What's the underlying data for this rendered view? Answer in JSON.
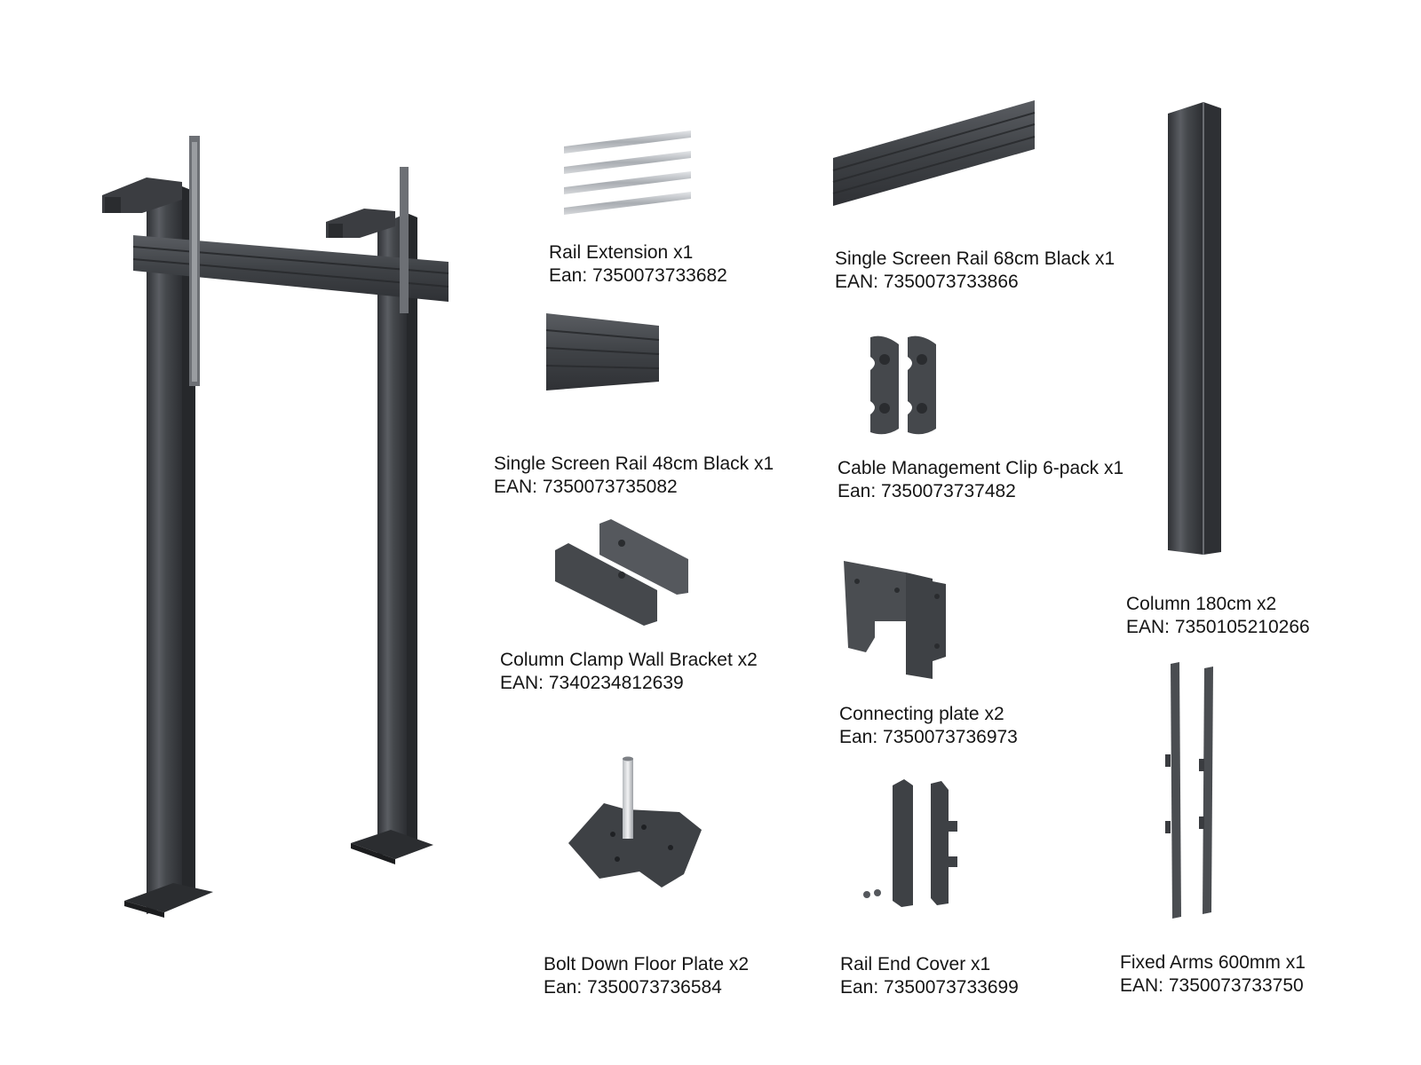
{
  "products": [
    {
      "id": "rail-extension",
      "name": "Rail Extension x1",
      "ean": "Ean:  7350073733682"
    },
    {
      "id": "single-screen-rail-68",
      "name": "Single Screen Rail 68cm Black x1",
      "ean": "EAN: 7350073733866"
    },
    {
      "id": "single-screen-rail-48",
      "name": "Single Screen Rail 48cm Black x1",
      "ean": "EAN: 7350073735082"
    },
    {
      "id": "cable-management-clip",
      "name": "Cable Management Clip 6-pack x1",
      "ean": "Ean: 7350073737482"
    },
    {
      "id": "column-180",
      "name": "Column 180cm x2",
      "ean": "EAN: 7350105210266"
    },
    {
      "id": "column-clamp-wall-bracket",
      "name": "Column Clamp Wall Bracket x2",
      "ean": "EAN: 7340234812639"
    },
    {
      "id": "connecting-plate",
      "name": "Connecting plate x2",
      "ean": "Ean:  7350073736973"
    },
    {
      "id": "bolt-down-floor-plate",
      "name": "Bolt Down Floor Plate x2",
      "ean": "Ean:  7350073736584"
    },
    {
      "id": "rail-end-cover",
      "name": "Rail End Cover x1",
      "ean": "Ean:  7350073733699"
    },
    {
      "id": "fixed-arms-600",
      "name": "Fixed Arms 600mm x1",
      "ean": "EAN: 7350073733750"
    }
  ],
  "colors": {
    "metal_dark": "#3d3f43",
    "metal_mid": "#55585d",
    "metal_light": "#74777c",
    "silver": "#c9ccd0"
  },
  "icons": [
    "floor-stand-illustration",
    "rail-extension-image",
    "screen-rail-68-image",
    "screen-rail-48-image",
    "cable-clip-image",
    "column-image",
    "wall-bracket-image",
    "connecting-plate-image",
    "floor-plate-image",
    "rail-end-cover-image",
    "fixed-arms-image"
  ]
}
